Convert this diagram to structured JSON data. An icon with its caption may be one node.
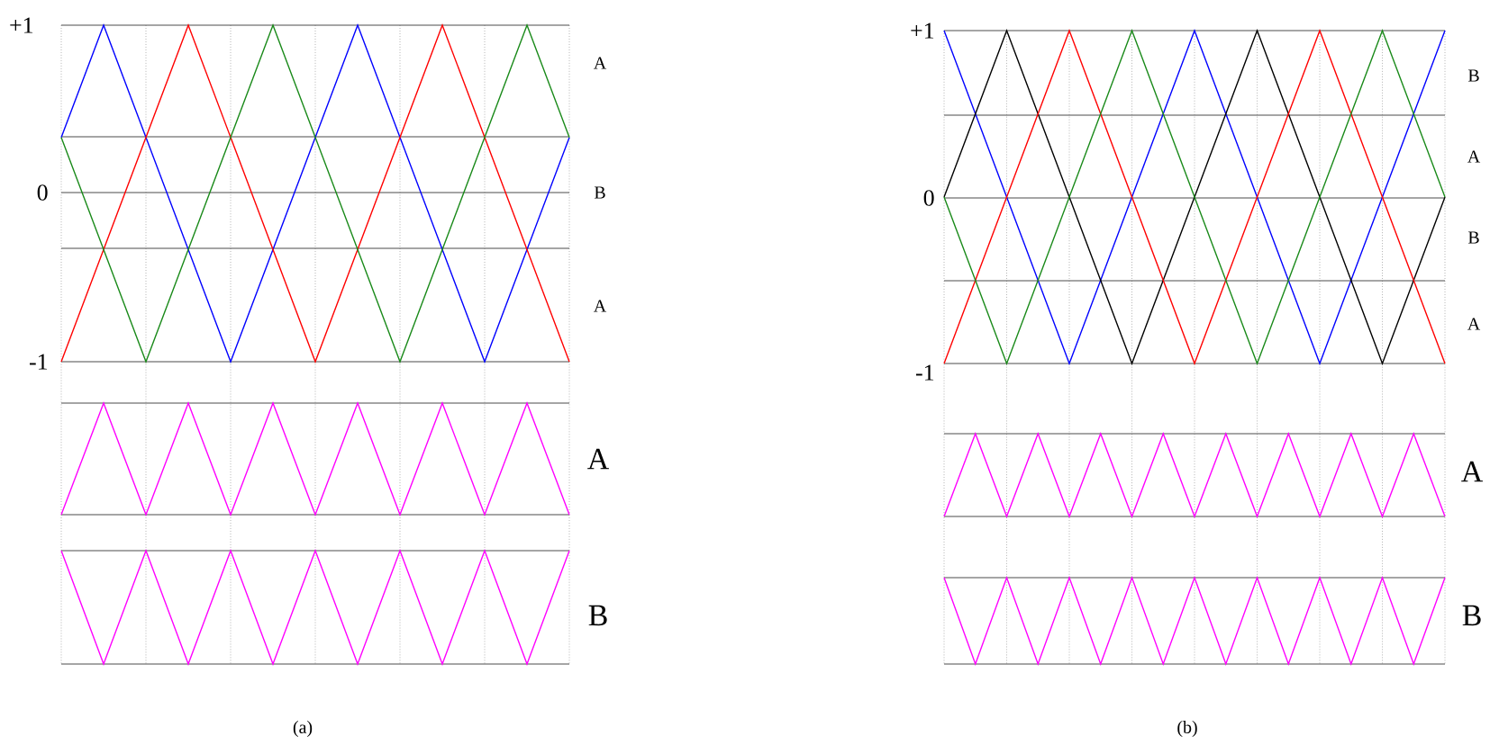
{
  "diagram": {
    "labels": [
      "+1",
      "0",
      "-1",
      "A",
      "B",
      "A",
      "A",
      "B",
      "(a)",
      "+1",
      "0",
      "-1",
      "B",
      "A",
      "B",
      "A",
      "A",
      "B",
      "(b)"
    ]
  }
}
